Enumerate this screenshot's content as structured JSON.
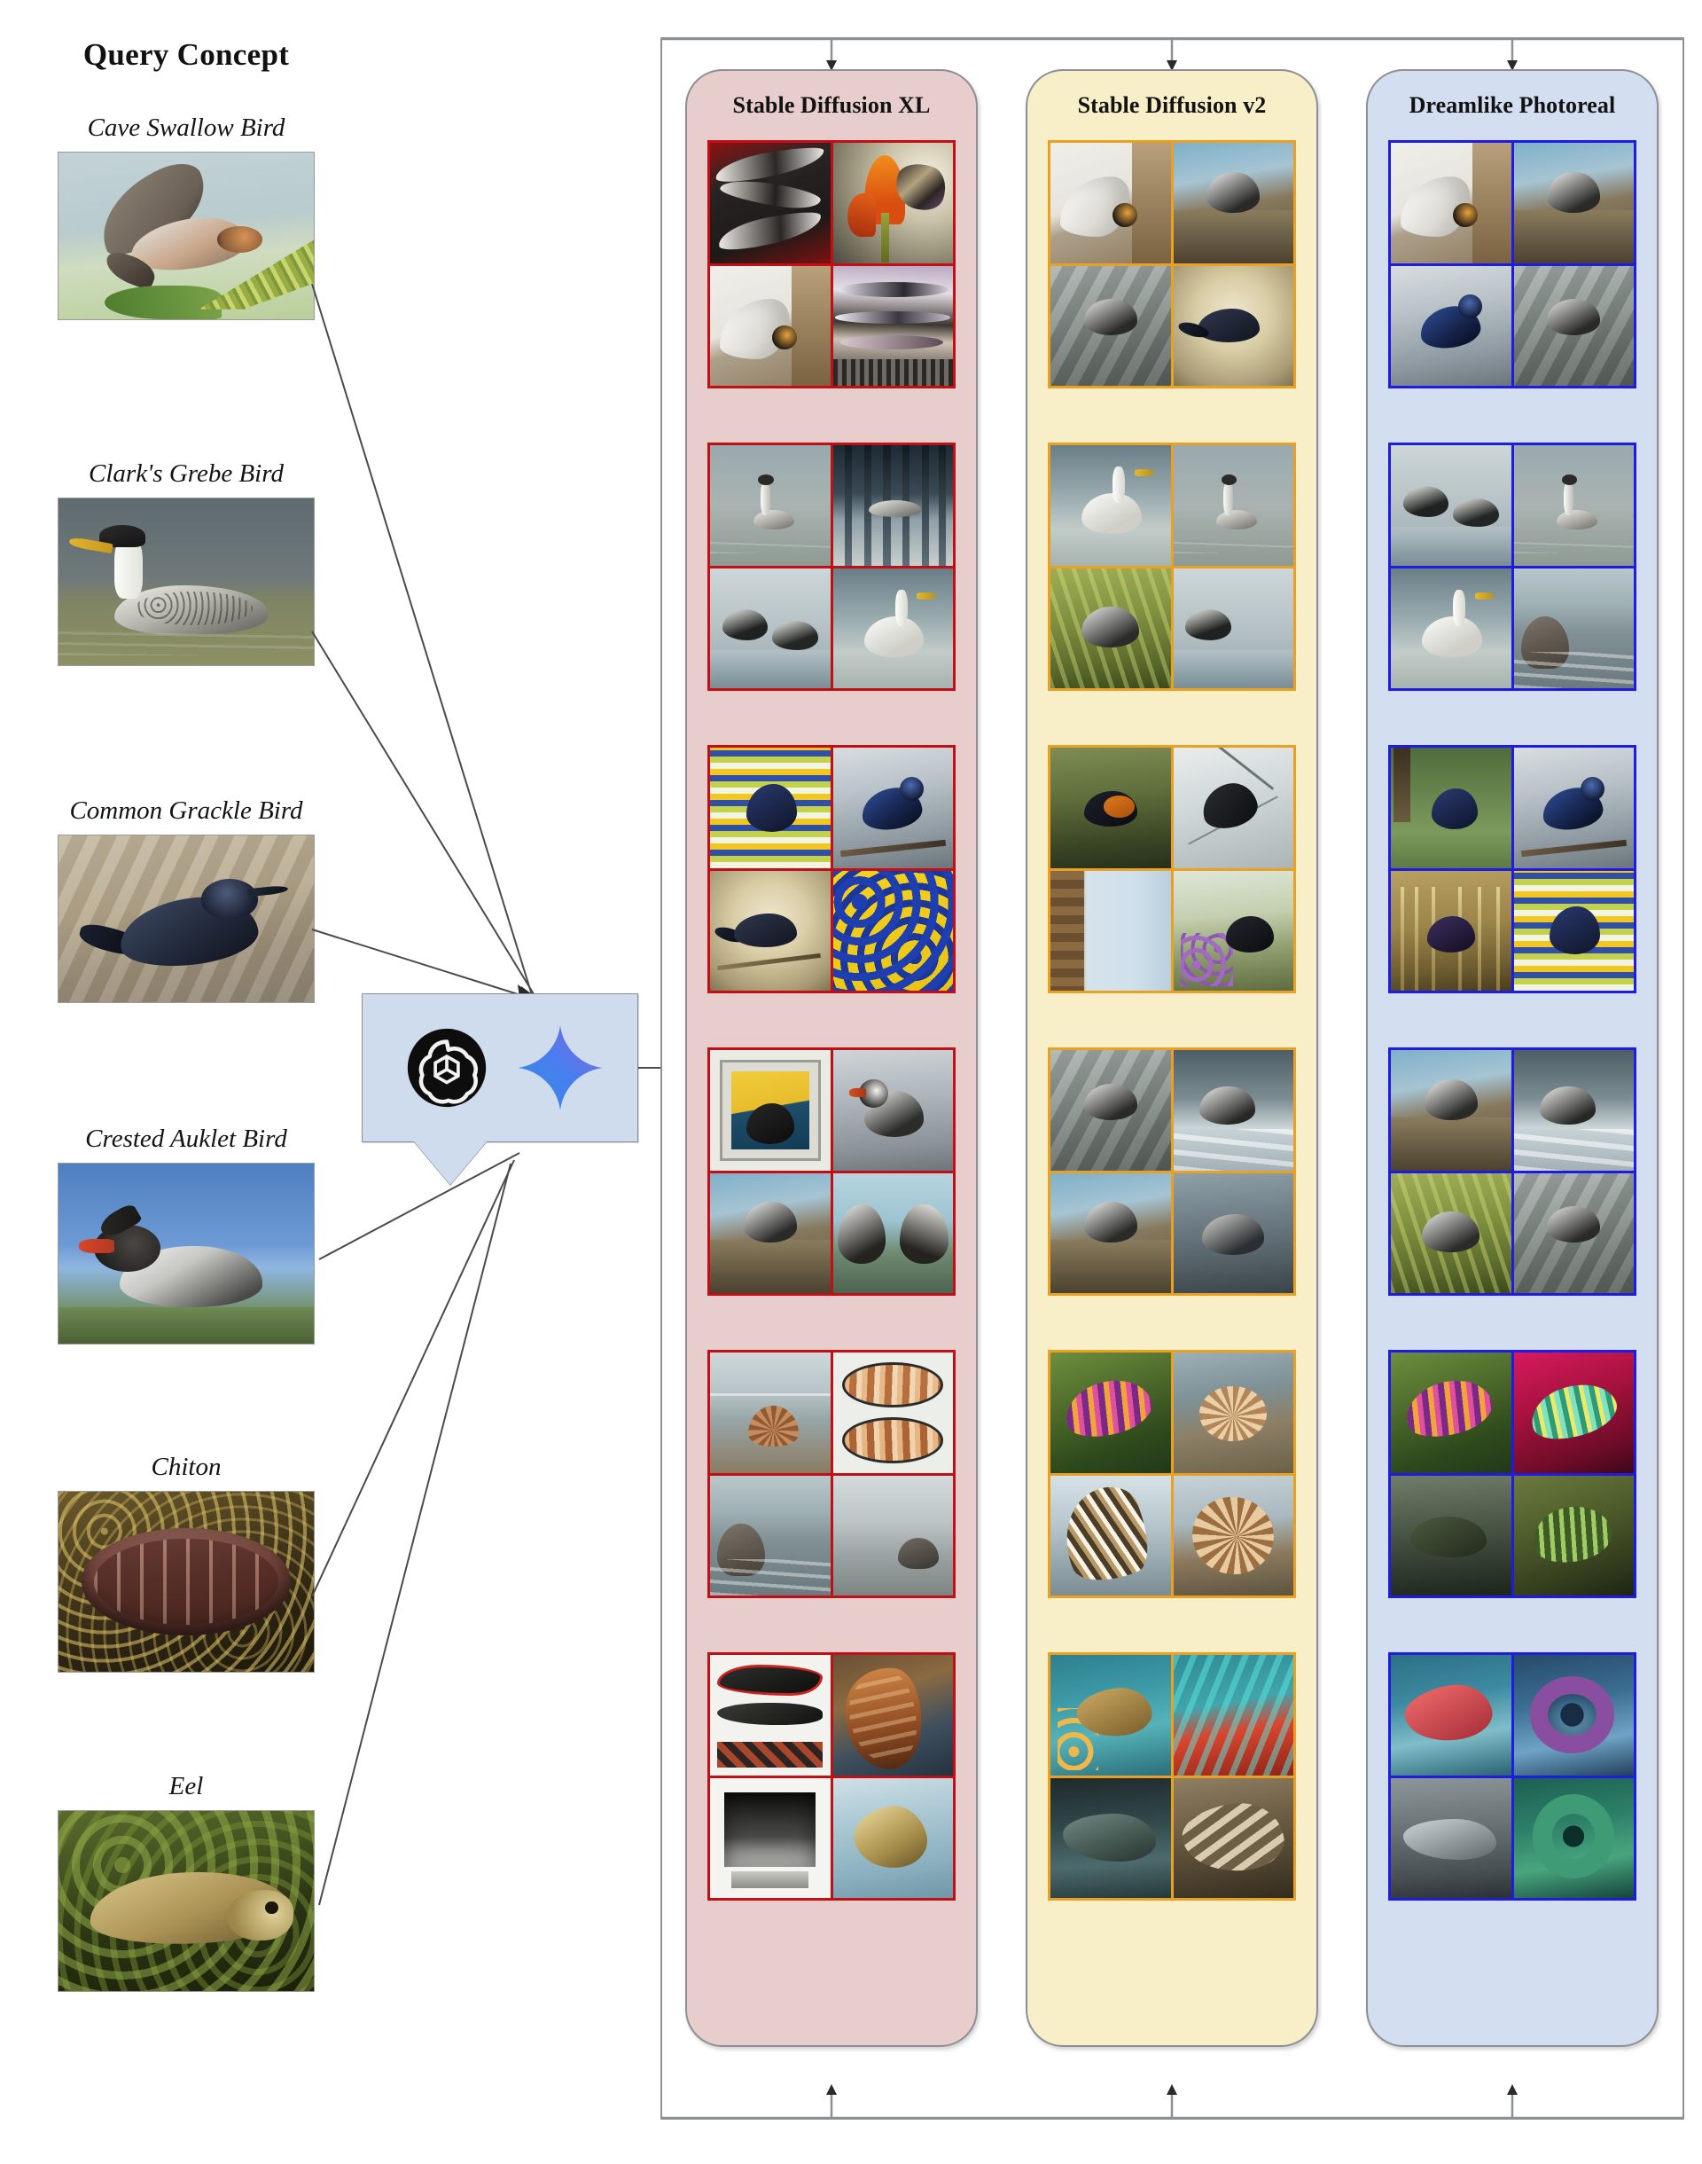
{
  "query_column": {
    "title": "Query Concept",
    "items": [
      {
        "label": "Cave Swallow Bird",
        "thumb_name": "cave-swallow-photo"
      },
      {
        "label": "Clark's Grebe Bird",
        "thumb_name": "clarks-grebe-photo"
      },
      {
        "label": "Common Grackle Bird",
        "thumb_name": "common-grackle-photo"
      },
      {
        "label": "Crested Auklet Bird",
        "thumb_name": "crested-auklet-photo"
      },
      {
        "label": "Chiton",
        "thumb_name": "chiton-photo"
      },
      {
        "label": "Eel",
        "thumb_name": "eel-photo"
      }
    ]
  },
  "llm_node": {
    "icons": [
      "openai-logo-icon",
      "gemini-sparkle-icon"
    ],
    "background_color": "#cfdcee",
    "border_color": "#8a8f96"
  },
  "models": [
    {
      "title": "Stable Diffusion XL",
      "panel_color": "#e8cdcd",
      "grid_border_color": "#c01016",
      "rows": [
        {
          "concept": "Cave Swallow Bird",
          "cells": [
            "swallow-collage-red",
            "butterfly-on-flower",
            "white-bird-wing",
            "lavender-bird-strips"
          ]
        },
        {
          "concept": "Clark's Grebe Bird",
          "cells": [
            "grebe-on-water-pale",
            "grebe-vertical-bars",
            "two-ducks-reflection",
            "white-grebe-yellow-bill"
          ]
        },
        {
          "concept": "Common Grackle Bird",
          "cells": [
            "pixel-mosaic-bird",
            "blue-bird-on-branch",
            "sepia-bird-on-branch",
            "yellow-blue-pattern"
          ]
        },
        {
          "concept": "Crested Auklet Bird",
          "cells": [
            "framed-yellow-poster",
            "auklet-on-rock-grey",
            "auklet-in-gallery",
            "twin-auklets-teal"
          ]
        },
        {
          "concept": "Chiton",
          "cells": [
            "beach-shell-horizon",
            "paired-shell-diagram",
            "coastal-rock-wave",
            "stone-on-shore"
          ]
        },
        {
          "concept": "Eel",
          "cells": [
            "eel-poster-panels",
            "orange-eel-closeup",
            "eel-monochrome-screen",
            "eel-blue-illustration"
          ]
        }
      ]
    },
    {
      "title": "Stable Diffusion v2",
      "panel_color": "#f8eec8",
      "grid_border_color": "#e8a025",
      "rows": [
        {
          "concept": "Cave Swallow Bird",
          "cells": [
            "swallow-diving-brown",
            "swallow-perched-blue",
            "swallow-on-wall",
            "swallow-flying-tan"
          ]
        },
        {
          "concept": "Clark's Grebe Bird",
          "cells": [
            "grebe-swimming-pair",
            "grebe-green-water",
            "grebe-reeds-water",
            "grebe-blue-lake"
          ]
        },
        {
          "concept": "Common Grackle Bird",
          "cells": [
            "grackle-orange-breast",
            "grackle-sketch-branch",
            "grackle-wood-post",
            "grackle-purple-flowers"
          ]
        },
        {
          "concept": "Crested Auklet Bird",
          "cells": [
            "auklets-on-rocks",
            "auklet-ocean-edge",
            "auklet-crashing-wave",
            "auklet-rocky-cove"
          ]
        },
        {
          "concept": "Chiton",
          "cells": [
            "colorful-chiton-pebbles",
            "striped-shell-rock",
            "feather-shell-pattern",
            "swirl-shell-sand"
          ]
        },
        {
          "concept": "Eel",
          "cells": [
            "eel-reef-coral",
            "eel-red-teal-reef",
            "eel-dark-water",
            "eel-striped-body"
          ]
        }
      ]
    },
    {
      "title": "Dreamlike Photoreal",
      "panel_color": "#d3dff0",
      "grid_border_color": "#1d1ce0",
      "rows": [
        {
          "concept": "Cave Swallow Bird",
          "cells": [
            "swallow-nest-hollow",
            "swallow-blue-sky",
            "swallow-cave-dark",
            "swallow-rock-face"
          ]
        },
        {
          "concept": "Clark's Grebe Bird",
          "cells": [
            "grebe-sunset-water",
            "grebe-pair-dark-water",
            "grebe-rippled-water",
            "grebe-pale-lake"
          ]
        },
        {
          "concept": "Common Grackle Bird",
          "cells": [
            "grackle-green-lawn",
            "grackle-purple-sheen",
            "grackle-reed-marsh",
            "grackle-blue-ground"
          ]
        },
        {
          "concept": "Crested Auklet Bird",
          "cells": [
            "auklet-teal-rock",
            "auklet-grey-sea",
            "auklet-mossy-rock",
            "auklet-green-lichen"
          ]
        },
        {
          "concept": "Chiton",
          "cells": [
            "neon-chiton-coral",
            "magenta-green-chiton",
            "green-chiton-rock",
            "dark-green-chiton"
          ]
        },
        {
          "concept": "Eel",
          "cells": [
            "eel-pink-reef",
            "eel-purple-coil",
            "eel-silver-dark",
            "eel-green-tube"
          ]
        }
      ]
    }
  ],
  "colors": {
    "bracket_line": "#8d9095",
    "panel_border": "#8d9095",
    "connector_line": "#4a4a4a",
    "text": "#121212"
  }
}
